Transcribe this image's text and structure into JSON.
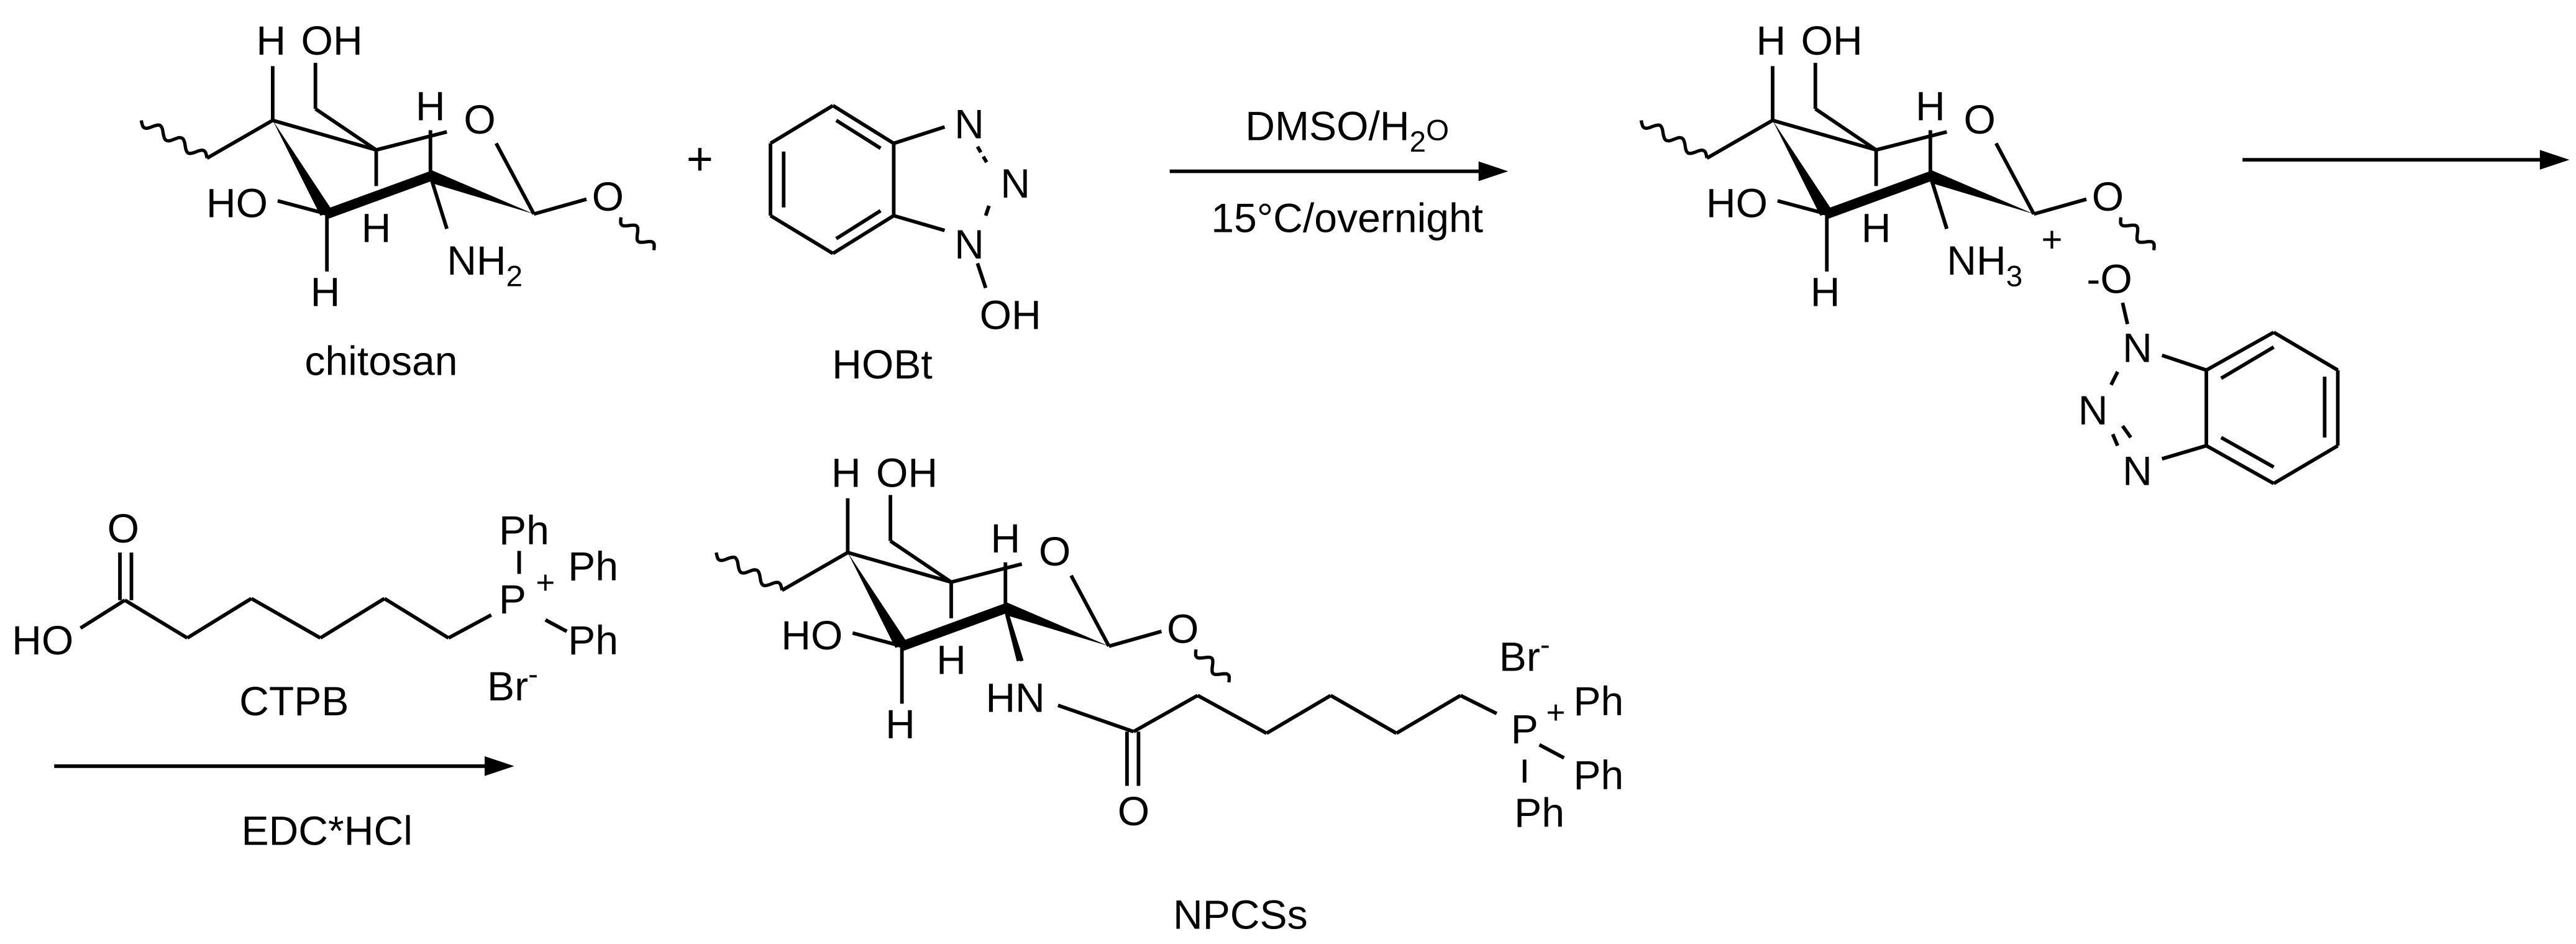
{
  "plus": "+",
  "sugar_atoms": {
    "h": "H",
    "oh": "OH",
    "ring_o": "O",
    "glyco_o": "O",
    "ho": "HO"
  },
  "chitosan": {
    "label": "chitosan",
    "amine": "NH",
    "amine_sub": "2"
  },
  "hobt": {
    "label": "HOBt",
    "n1": "N",
    "n2": "N",
    "n3": "N",
    "oh": "OH"
  },
  "step1": {
    "reagent": "DMSO/H",
    "reagent_sub": "2",
    "reagent_end": "O",
    "conditions": "15°C/overnight"
  },
  "intermediate": {
    "amine": "NH",
    "amine_sub": "3",
    "charge": "+",
    "anion": "-O",
    "n1": "N",
    "n2": "N",
    "n3": "N"
  },
  "ctpb": {
    "label": "CTPB",
    "o": "O",
    "ho": "HO",
    "p": "P",
    "charge": "+",
    "ph": [
      "Ph",
      "Ph",
      "Ph"
    ],
    "br": "Br",
    "br_charge": "-"
  },
  "step2": {
    "reagent": "EDC*HCl"
  },
  "product": {
    "label": "NPCSs",
    "hn": "HN",
    "o": "O",
    "p": "P",
    "charge": "+",
    "ph": [
      "Ph",
      "Ph",
      "Ph"
    ],
    "br": "Br",
    "br_charge": "-"
  },
  "colors": {
    "ink": "#000000",
    "background": "#ffffff"
  }
}
